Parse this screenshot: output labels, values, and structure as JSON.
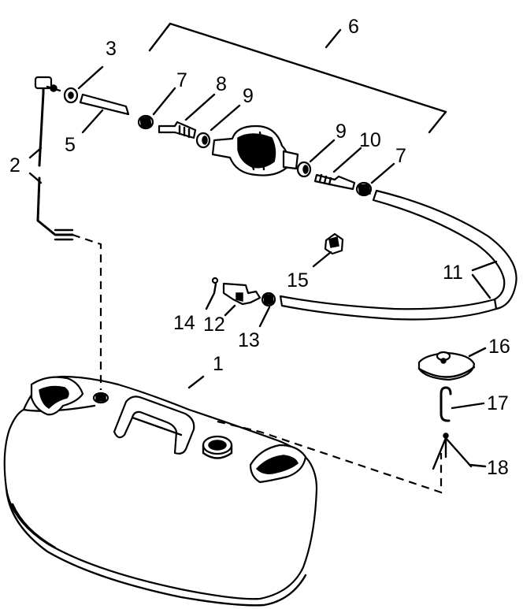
{
  "diagram": {
    "callouts": [
      {
        "id": "c1",
        "text": "1"
      },
      {
        "id": "c2",
        "text": "2"
      },
      {
        "id": "c3",
        "text": "3"
      },
      {
        "id": "c5",
        "text": "5"
      },
      {
        "id": "c6",
        "text": "6"
      },
      {
        "id": "c7a",
        "text": "7"
      },
      {
        "id": "c8",
        "text": "8"
      },
      {
        "id": "c9a",
        "text": "9"
      },
      {
        "id": "c9b",
        "text": "9"
      },
      {
        "id": "c10",
        "text": "10"
      },
      {
        "id": "c7b",
        "text": "7"
      },
      {
        "id": "c11",
        "text": "11"
      },
      {
        "id": "c12",
        "text": "12"
      },
      {
        "id": "c13",
        "text": "13"
      },
      {
        "id": "c14",
        "text": "14"
      },
      {
        "id": "c15",
        "text": "15"
      },
      {
        "id": "c16",
        "text": "16"
      },
      {
        "id": "c17",
        "text": "17"
      },
      {
        "id": "c18",
        "text": "18"
      }
    ]
  }
}
